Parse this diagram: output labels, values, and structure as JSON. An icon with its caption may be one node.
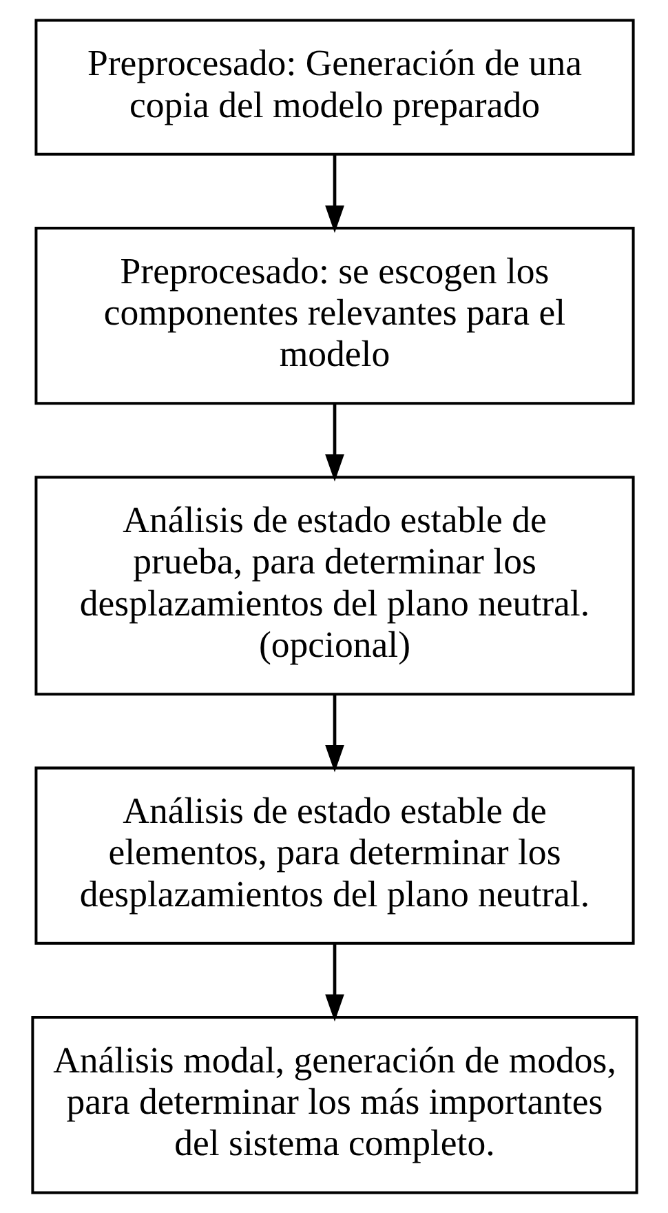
{
  "diagram": {
    "nodes": [
      {
        "text": [
          "Preprocesado: Generación de una copia del modelo preparado"
        ]
      },
      {
        "text": [
          "Preprocesado: se escogen los componentes relevantes para el modelo"
        ]
      },
      {
        "text": [
          "Análisis de estado estable de prueba, para determinar los desplazamientos del plano neutral. (opcional)"
        ]
      },
      {
        "text": [
          "Análisis de estado estable de elementos, para determinar los desplazamientos del plano neutral."
        ]
      },
      {
        "text": [
          "Análisis modal, generación de modos, para determinar los más importantes del sistema completo."
        ]
      }
    ],
    "edges": [
      {
        "from": 0,
        "to": 1,
        "arrow": "to"
      },
      {
        "from": 1,
        "to": 2,
        "arrow": "to"
      },
      {
        "from": 2,
        "to": 3,
        "arrow": "to"
      },
      {
        "from": 3,
        "to": 4,
        "arrow": "to"
      }
    ]
  }
}
